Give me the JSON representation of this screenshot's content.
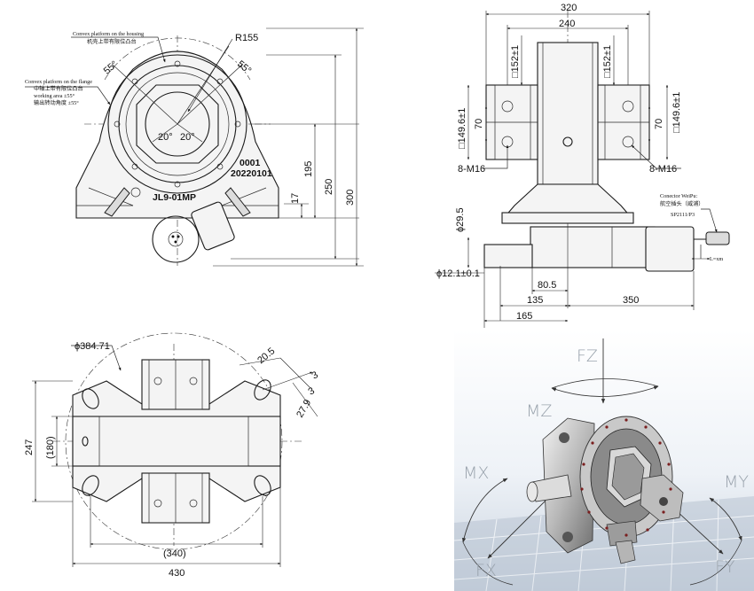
{
  "front_view": {
    "callout_convex_housing_en": "Convex platform on the housing",
    "callout_convex_housing_cn": "机壳上带有限位凸台",
    "callout_convex_flange_en": "Convex platform on the flange",
    "callout_convex_flange_cn": "中轴上带有限位凸台",
    "callout_working_area_en": "working area ±55°",
    "callout_working_area_cn": "输出转动角度 ±55°",
    "radius_label": "R155",
    "angle_left": "55°",
    "angle_right": "55°",
    "angle_inner_left": "20°",
    "angle_inner_right": "20°",
    "serial_line1": "0001",
    "serial_line2": "20220101",
    "model_plate": "JL9-01MP",
    "dim_17": "17",
    "dim_195": "195",
    "dim_250": "250",
    "dim_300": "300"
  },
  "side_view": {
    "dim_320": "320",
    "dim_240": "240",
    "dim_sq152_left": "□152±1",
    "dim_sq152_right": "□152±1",
    "dim_sq1496_left": "□149.6±1",
    "dim_sq1496_right": "□149.6±1",
    "dim_70_left": "70",
    "dim_70_right": "70",
    "bolt_left": "8-M16",
    "bolt_right": "8-M16",
    "connector_en": "Conector WeiPu:",
    "connector_cn": "航空插头（威浦）",
    "connector_model": "SP2111/P3",
    "cable_length": "L=xm",
    "dim_phi295": "ϕ29.5",
    "dim_phi121": "ϕ12.1±0.1",
    "dim_805": "80.5",
    "dim_135": "135",
    "dim_350": "350",
    "dim_165": "165"
  },
  "top_view": {
    "dim_phi38471": "ϕ384.71",
    "dim_205": "20.5",
    "dim_3a": "3",
    "dim_3b": "3",
    "dim_279": "27.9",
    "dim_247": "247",
    "dim_180": "(180)",
    "dim_340": "(340)",
    "dim_430": "430"
  },
  "render_view": {
    "axis_fz": "FZ",
    "axis_mz": "MZ",
    "axis_mx": "MX",
    "axis_my": "MY",
    "axis_fx": "FX",
    "axis_fy": "FY",
    "sky_color": "#e8eef5",
    "panel_color": "#b9c4d2"
  }
}
